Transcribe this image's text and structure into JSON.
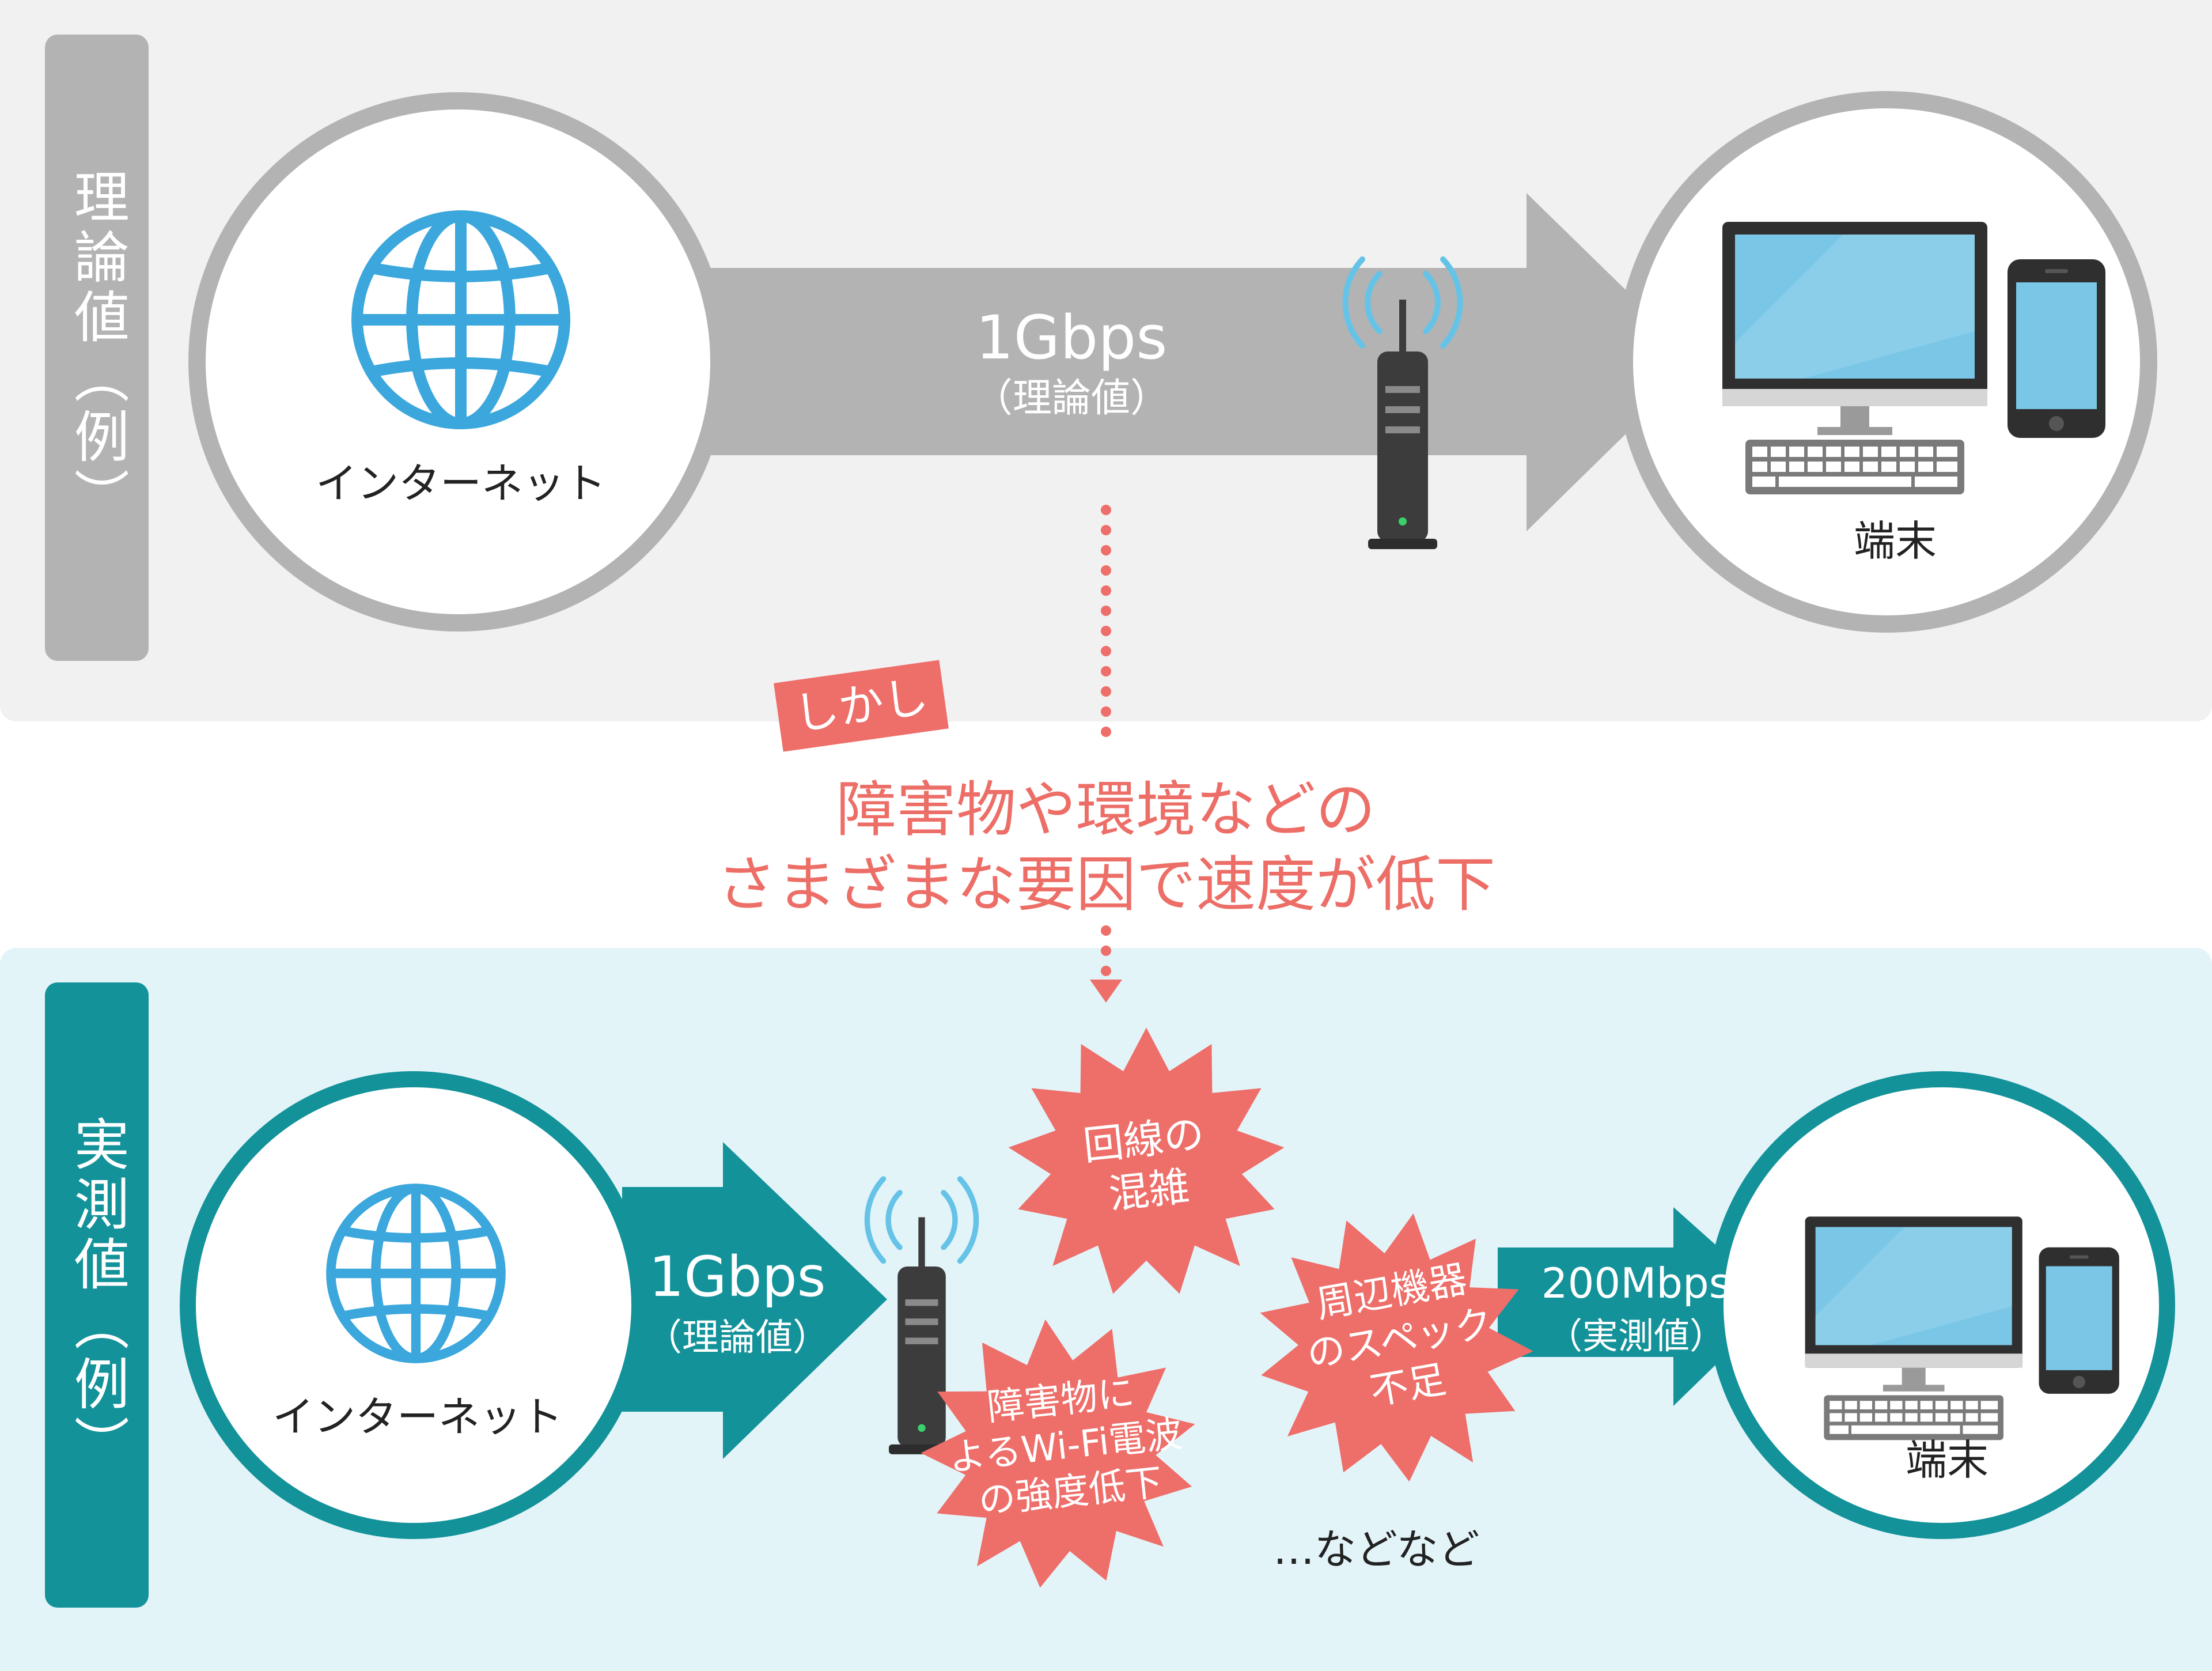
{
  "theory": {
    "tab_label": "理論値（例）",
    "internet_label": "インターネット",
    "speed": "1Gbps",
    "speed_note": "（理論値）",
    "device_label": "端末"
  },
  "transition": {
    "badge": "しかし",
    "caption_line1": "障害物や環境などの",
    "caption_line2": "さまざまな要因で速度が低下"
  },
  "actual": {
    "tab_label": "実測値（例）",
    "internet_label": "インターネット",
    "speed": "1Gbps",
    "speed_note": "（理論値）",
    "result_speed": "200Mbps",
    "result_note": "（実測値）",
    "device_label": "端末",
    "factors": [
      {
        "text": "回線の\n混雑"
      },
      {
        "text": "周辺機器\nのスペック\n不足"
      },
      {
        "text": "障害物に\nよるWi-Fi電波\nの強度低下"
      }
    ],
    "etc": "…などなど"
  },
  "colors": {
    "theory_gray": "#b3b3b3",
    "actual_teal": "#13929a",
    "accent_red": "#ee6e69",
    "globe_blue": "#3ba7dc",
    "screen_blue": "#79c6e6",
    "bottom_bg": "#e3f4f9",
    "top_bg": "#f1f1f1"
  },
  "icons": [
    "globe-icon",
    "router-icon",
    "desktop-icon",
    "smartphone-icon",
    "keyboard-icon"
  ]
}
